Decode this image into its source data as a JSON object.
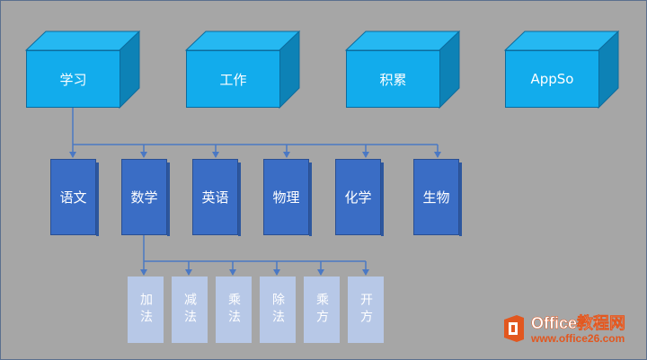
{
  "categories": [
    {
      "label": "学习"
    },
    {
      "label": "工作"
    },
    {
      "label": "积累"
    },
    {
      "label": "AppSo"
    }
  ],
  "subjects": [
    {
      "label": "语文"
    },
    {
      "label": "数学"
    },
    {
      "label": "英语"
    },
    {
      "label": "物理"
    },
    {
      "label": "化学"
    },
    {
      "label": "生物"
    }
  ],
  "operations": [
    {
      "label": "加法"
    },
    {
      "label": "减法"
    },
    {
      "label": "乘法"
    },
    {
      "label": "除法"
    },
    {
      "label": "乘方"
    },
    {
      "label": "开方"
    }
  ],
  "watermark": {
    "name": "Office教程网",
    "url": "www.office26.com"
  },
  "colors": {
    "background": "#a6a6a6",
    "cube_front": "#12acec",
    "subject": "#3a6dc5",
    "operation": "#b7c8e7",
    "connector": "#4a78c4"
  }
}
